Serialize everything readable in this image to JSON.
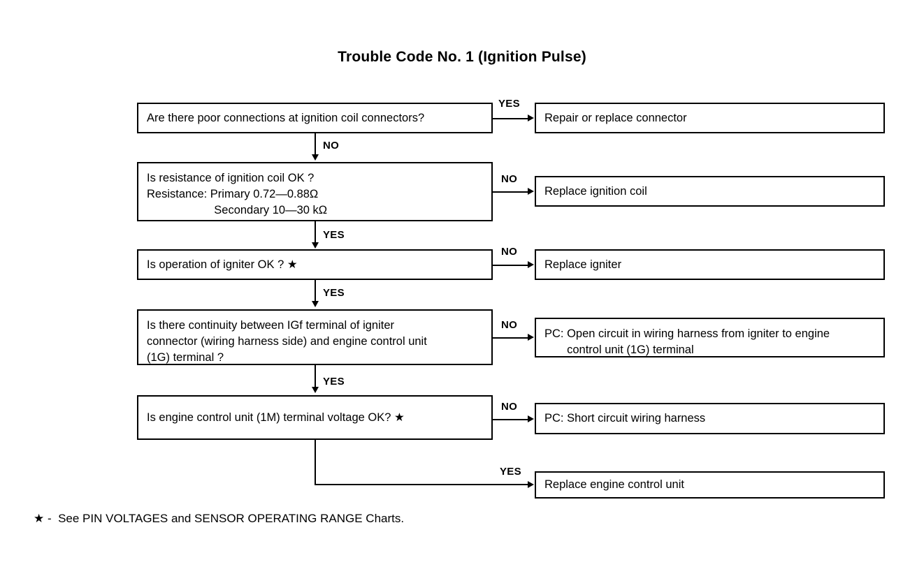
{
  "title": "Trouble Code No. 1 (Ignition Pulse)",
  "diagram": {
    "type": "flowchart",
    "decisions": [
      {
        "id": "d1",
        "lines": [
          "Are there poor connections at ignition coil connectors?"
        ],
        "yes_branch": "Repair or replace connector",
        "no_branch": "continue"
      },
      {
        "id": "d2",
        "lines": [
          "Is resistance of ignition coil OK ?",
          "Resistance: Primary 0.72—0.88Ω",
          "                     Secondary 10—30 kΩ"
        ],
        "no_branch": "Replace ignition coil",
        "yes_branch": "continue"
      },
      {
        "id": "d3",
        "lines": [
          "Is operation of igniter OK ? ★"
        ],
        "no_branch": "Replace igniter",
        "yes_branch": "continue"
      },
      {
        "id": "d4",
        "lines": [
          "Is there continuity between IGf terminal of igniter",
          "connector (wiring harness side) and engine control unit",
          "(1G) terminal ?"
        ],
        "no_branch": "PC: Open circuit in wiring harness from igniter to engine control unit (1G) terminal",
        "yes_branch": "continue"
      },
      {
        "id": "d5",
        "lines": [
          "Is engine control unit (1M) terminal voltage OK? ★"
        ],
        "no_branch": "PC: Short circuit wiring harness",
        "yes_branch": "Replace engine control unit"
      }
    ],
    "actions": [
      {
        "id": "a1",
        "lines": [
          "Repair or replace connector"
        ]
      },
      {
        "id": "a2",
        "lines": [
          "Replace ignition coil"
        ]
      },
      {
        "id": "a3",
        "lines": [
          "Replace igniter"
        ]
      },
      {
        "id": "a4",
        "lines": [
          "PC: Open circuit in wiring harness from igniter to engine",
          "       control unit (1G) terminal"
        ]
      },
      {
        "id": "a5",
        "lines": [
          "PC: Short circuit wiring harness"
        ]
      },
      {
        "id": "a6",
        "lines": [
          "Replace engine control unit"
        ]
      }
    ],
    "branch_labels": {
      "d1_right": "YES",
      "d1_down": "NO",
      "d2_right": "NO",
      "d2_down": "YES",
      "d3_right": "NO",
      "d3_down": "YES",
      "d4_right": "NO",
      "d4_down": "YES",
      "d5_right": "NO",
      "d5_down": "YES"
    }
  },
  "boxes": {
    "d1_line1": "Are there poor connections at ignition coil connectors?",
    "d2_line1": "Is resistance of ignition coil OK ?",
    "d2_line2": "Resistance: Primary 0.72—0.88Ω",
    "d2_line3": "                     Secondary 10—30 kΩ",
    "d3_line1": "Is operation of igniter OK ? ★",
    "d4_line1": "Is there continuity between IGf terminal of igniter",
    "d4_line2": "connector (wiring harness side) and engine control unit",
    "d4_line3": "(1G) terminal ?",
    "d5_line1": "Is engine control unit (1M) terminal voltage OK? ★",
    "a1_line1": "Repair or replace connector",
    "a2_line1": "Replace ignition coil",
    "a3_line1": "Replace igniter",
    "a4_line1": "PC: Open circuit in wiring harness from igniter to engine",
    "a4_line2": "       control unit (1G) terminal",
    "a5_line1": "PC: Short circuit wiring harness",
    "a6_line1": "Replace engine control unit"
  },
  "footnote": "★ -  See PIN VOLTAGES and SENSOR OPERATING RANGE Charts.",
  "colors": {
    "ink": "#000000",
    "paper": "#ffffff"
  }
}
